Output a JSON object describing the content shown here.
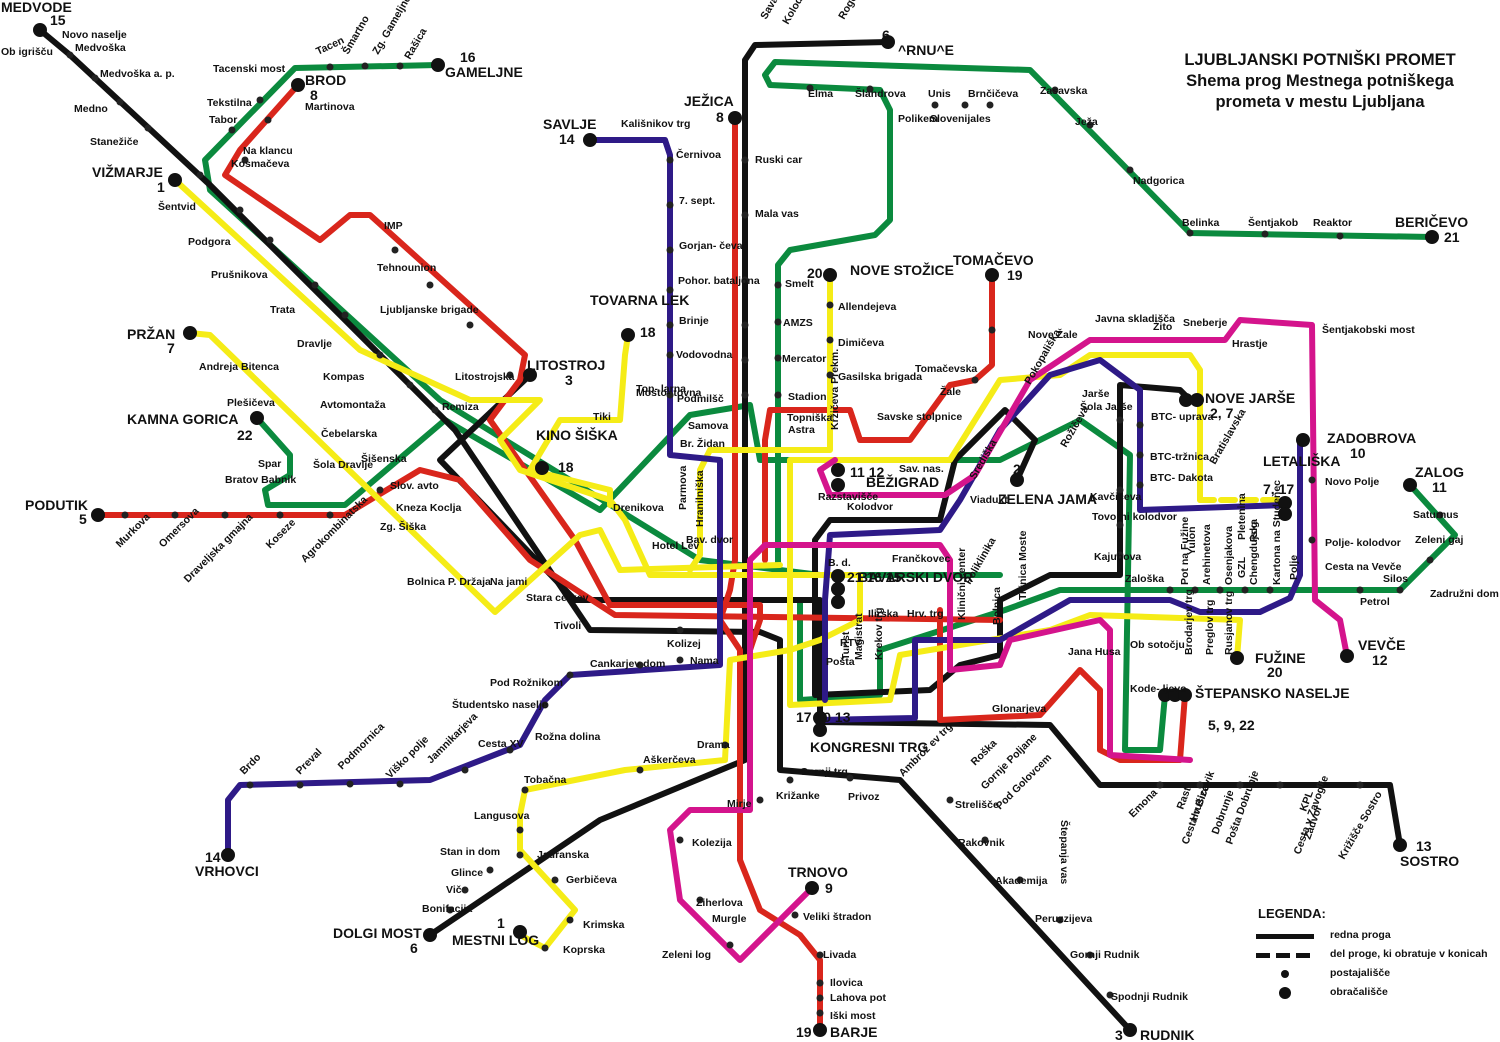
{
  "title": {
    "line1": "LJUBLJANSKI POTNIŠKI PROMET",
    "line2": "Shema prog Mestnega potniškega",
    "line3": "prometa v mestu Ljubljana"
  },
  "colors": {
    "black": "#111111",
    "red": "#d9261c",
    "green": "#0b8a3e",
    "yellow": "#f5ec17",
    "purple": "#2e1a87",
    "magenta": "#d4148c"
  },
  "legend": {
    "heading": "LEGENDA:",
    "regular": "redna proga",
    "partial": "del proge, ki obratuje v konicah",
    "stop": "postajališče",
    "terminus": "obračališče"
  },
  "termini": [
    {
      "id": "medvode",
      "name": "MEDVODE",
      "num": "15"
    },
    {
      "id": "gameljne",
      "name": "GAMELJNE",
      "num": "16"
    },
    {
      "id": "brod",
      "name": "BROD",
      "num": "8"
    },
    {
      "id": "crnuce",
      "name": "^RNU^E",
      "num": "6"
    },
    {
      "id": "jezica",
      "name": "JEŽICA",
      "num": "8"
    },
    {
      "id": "savlje",
      "name": "SAVLJE",
      "num": "14"
    },
    {
      "id": "vizmarje",
      "name": "VIŽMARJE",
      "num": "1"
    },
    {
      "id": "berícevo",
      "name": "BERIČEVO",
      "num": "21"
    },
    {
      "id": "novestozice",
      "name": "NOVE STOŽICE",
      "num": "20"
    },
    {
      "id": "tomacevo",
      "name": "TOMAČEVO",
      "num": "19"
    },
    {
      "id": "tovarnalek",
      "name": "TOVARNA LEK",
      "num": "18"
    },
    {
      "id": "przan",
      "name": "PRŽAN",
      "num": "7"
    },
    {
      "id": "litostroj",
      "name": "LITOSTROJ",
      "num": "3"
    },
    {
      "id": "kamnagorica",
      "name": "KAMNA GORICA",
      "num": "22"
    },
    {
      "id": "kinosiska",
      "name": "KINO ŠIŠKA",
      "num": "18"
    },
    {
      "id": "novejarse",
      "name": "NOVE JARŠE",
      "num": "2, 7"
    },
    {
      "id": "zadobrova",
      "name": "ZADOBROVA",
      "num": "10"
    },
    {
      "id": "zalog",
      "name": "ZALOG",
      "num": "11"
    },
    {
      "id": "podutik",
      "name": "PODUTIK",
      "num": "5"
    },
    {
      "id": "bezigrad",
      "name": "BEŽIGRAD",
      "num": "11\n12"
    },
    {
      "id": "zelenajama",
      "name": "ZELENA JAMA",
      "num": "2"
    },
    {
      "id": "letaliska",
      "name": "LETALIŠKA",
      "num": "7, 17"
    },
    {
      "id": "bavarskidvor",
      "name": "BAVARSKI DVOR",
      "num": "21 16 15"
    },
    {
      "id": "fuzine",
      "name": "FUŽINE",
      "num": "20"
    },
    {
      "id": "vevce",
      "name": "VEVČE",
      "num": "12"
    },
    {
      "id": "stepansko",
      "name": "ŠTEPANSKO NASELJE",
      "num": "5, 9, 22"
    },
    {
      "id": "kongresni",
      "name": "KONGRESNI TRG",
      "num": "17 10 13"
    },
    {
      "id": "vrhovci",
      "name": "VRHOVCI",
      "num": "14"
    },
    {
      "id": "sostro",
      "name": "SOSTRO",
      "num": "13"
    },
    {
      "id": "dolgimost",
      "name": "DOLGI MOST",
      "num": "6"
    },
    {
      "id": "mestnilog",
      "name": "MESTNI LOG",
      "num": "1"
    },
    {
      "id": "trnovo",
      "name": "TRNOVO",
      "num": "9"
    },
    {
      "id": "barje",
      "name": "BARJE",
      "num": "19"
    },
    {
      "id": "rudnik",
      "name": "RUDNIK",
      "num": "3"
    }
  ],
  "stations": [
    "Novo naselje",
    "Ob igrišču",
    "Medvoška",
    "Medvoška a. p.",
    "Medno",
    "Stanežiče",
    "Šentvid",
    "Tacenski most",
    "Tacen",
    "Šmartno",
    "Zg. Gameljne",
    "Rašica",
    "Tekstilna",
    "Tabor",
    "Martinova",
    "Na klancu",
    "Kosmačeva",
    "Podgora",
    "Prušnikova",
    "Trata",
    "Dravlje",
    "Kompas",
    "Avtomontaža",
    "Čebelarska",
    "Šišenska",
    "IMP",
    "Tehnounion",
    "Ljubljanske brigade",
    "Litostrojska",
    "Remiza",
    "Andreja Bitenca",
    "Plešičeva",
    "Spar",
    "Bratov Babnik",
    "Šola Dravlje",
    "Murkova",
    "Omersova",
    "Draveljska gmajna",
    "Koseze",
    "Agrokombinatska",
    "Zg. Šiška",
    "Slov. avto",
    "Kneza Koclja",
    "Bolnica P. Držaja",
    "Na jami",
    "Stara cerkev",
    "Tivoli",
    "Tiki",
    "Drenikova",
    "Top- larna",
    "Mosto- tovna",
    "Podmilšč",
    "Vodovodna",
    "Brinje",
    "Pohor. bataljona",
    "Gorjan- čeva",
    "7. sept.",
    "Černivoa",
    "Kališnikov trg",
    "Samova",
    "Br. Židan",
    "Parmova",
    "Hranilniška",
    "Hotel Lev",
    "Bav. dvor",
    "Kolizej",
    "Nama",
    "Cankarjev dom",
    "Pod Rožnikom",
    "Študentsko naselje",
    "Rožna dolina",
    "Cesta XV",
    "Jamnikarjeva",
    "Viško polje",
    "Podmornica",
    "Preval",
    "Brdo",
    "Aškerčeva",
    "Drama",
    "Tobačna",
    "Langusova",
    "Stan in dom",
    "Glince",
    "Vič",
    "Bonifacija",
    "Jadranska",
    "Gerbičeva",
    "Krimska",
    "Koprska",
    "Mirje",
    "Kolezija",
    "Ziherlova",
    "Murgle",
    "Zeleni log",
    "Križanke",
    "Gornji trg",
    "Privoz",
    "Veliki štradon",
    "Livada",
    "Ilovica",
    "Lahova pot",
    "Iški most",
    "Strelišče",
    "Rakovnik",
    "Akademija",
    "Peruzzijeva",
    "Gornji Rudnik",
    "Spodnji Rudnik",
    "Ruski car",
    "Mala vas",
    "Sava",
    "Kolodvor Črnuče",
    "Rogovila",
    "Elma",
    "Šlandrova",
    "Polikem",
    "Unis",
    "Slovenijales",
    "Brnčičeva",
    "Zasavska",
    "Ježa",
    "Nadgorica",
    "Belinka",
    "Šentjakob",
    "Reaktor",
    "Smelt",
    "AMZS",
    "Mercator",
    "Stadion",
    "Topniška",
    "Astra",
    "Kržičeva Prekm.",
    "Allendejeva",
    "Dimičeva",
    "Gasilska brigada",
    "Savske stolpnice",
    "Nove Žale",
    "Tomačevska",
    "Žale",
    "Sav. nas.",
    "Razstavišče",
    "Kolodvor",
    "Viadukt",
    "Središka",
    "Pokopališka",
    "Javna skladišča",
    "Žito",
    "Sneberje",
    "Hrastje",
    "Šentjakobski most",
    "Jarše",
    "Šola Jarše",
    "BTC- uprava",
    "BTC-tržnica",
    "BTC- Dakota",
    "Bratislavska",
    "Rožičeva",
    "Kavčičeva",
    "Tovorni kolodvor",
    "Kajuhova",
    "Zaloška",
    "Pot na Fužine",
    "Yulon",
    "Arehinetova",
    "Osenjakova",
    "GZL",
    "Chengdujska",
    "Pletenina",
    "Rog",
    "Kartona na Studenec",
    "Polje",
    "Novo Polje",
    "Polje- kolodvor",
    "Cesta na Vevče",
    "Silos",
    "Petrol",
    "Zadružni dom",
    "Saturnus",
    "Zeleni gaj",
    "B. d.",
    "Frančkovec",
    "Poliklinika",
    "Tržnica Moste",
    "Bolnica",
    "Klinični center",
    "Ilirska",
    "Hrv. trg",
    "Turist",
    "Magistrat",
    "Krekov trg",
    "RTV",
    "Pošta",
    "Ob sotočju",
    "Kode- ljevo",
    "Brodarjev trg",
    "Preglov trg",
    "Rusjanov trg",
    "Jana Husa",
    "Glonarjeva",
    "Ambrož ev trg",
    "Roška",
    "Gornje Poljane",
    "Pod Golovcem",
    "Štepanja vas",
    "Emona",
    "Rast",
    "Hrušica",
    "Cesta v Bizovik",
    "Dobrunje",
    "Pošta Dobrunje",
    "KPL",
    "Zadvor",
    "Cesta v Zavoglje",
    "Križišče Sostro"
  ]
}
